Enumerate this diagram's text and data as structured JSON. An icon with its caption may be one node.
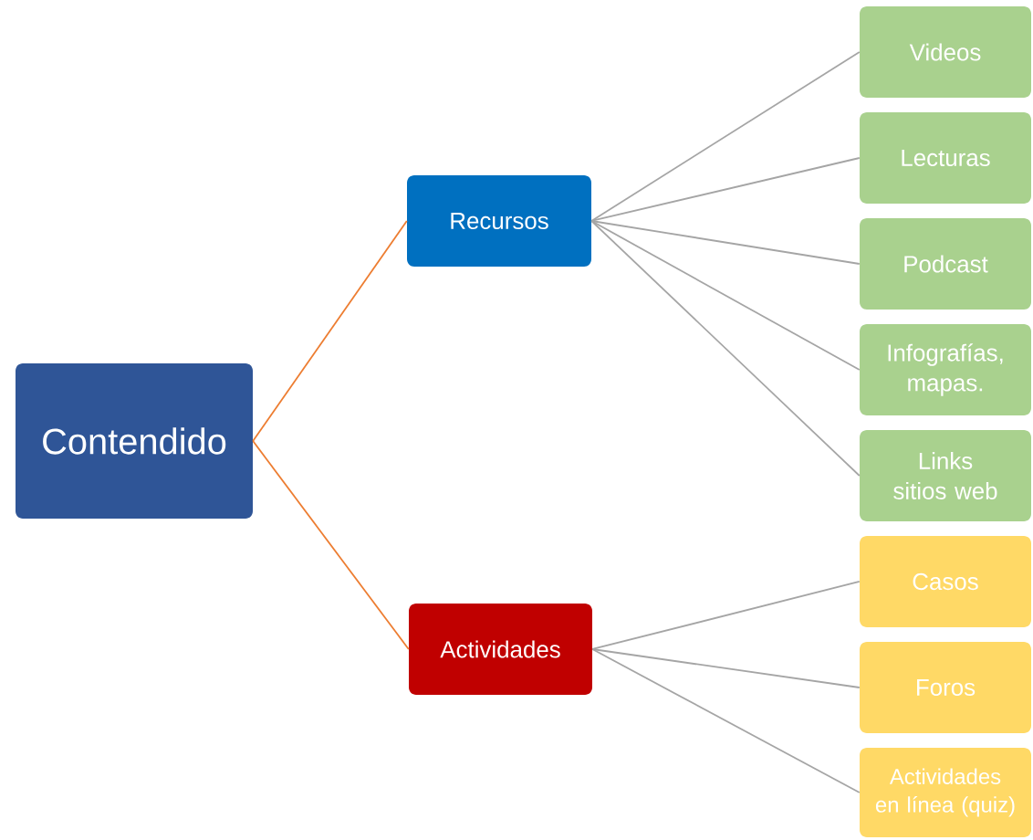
{
  "diagram": {
    "nodes": [
      {
        "text": [
          "Contendido"
        ]
      },
      {
        "text": [
          "Recursos"
        ]
      },
      {
        "text": [
          "Actividades"
        ]
      },
      {
        "text": [
          "Videos"
        ]
      },
      {
        "text": [
          "Lecturas"
        ]
      },
      {
        "text": [
          "Podcast"
        ]
      },
      {
        "text": [
          "Infografías, mapas."
        ]
      },
      {
        "text": [
          "Links sitios web"
        ]
      },
      {
        "text": [
          "Casos"
        ]
      },
      {
        "text": [
          "Foros"
        ]
      },
      {
        "text": [
          "Actividades en línea (quiz)"
        ]
      }
    ],
    "edges": [
      {
        "from": 0,
        "to": 1,
        "arrow": "none",
        "color": "#ed7d31"
      },
      {
        "from": 0,
        "to": 2,
        "arrow": "none",
        "color": "#ed7d31"
      },
      {
        "from": 1,
        "to": 3,
        "arrow": "none"
      },
      {
        "from": 1,
        "to": 4,
        "arrow": "none"
      },
      {
        "from": 1,
        "to": 5,
        "arrow": "none"
      },
      {
        "from": 1,
        "to": 6,
        "arrow": "none"
      },
      {
        "from": 1,
        "to": 7,
        "arrow": "none"
      },
      {
        "from": 2,
        "to": 8,
        "arrow": "none"
      },
      {
        "from": 2,
        "to": 9,
        "arrow": "none"
      },
      {
        "from": 2,
        "to": 10,
        "arrow": "none"
      }
    ]
  }
}
